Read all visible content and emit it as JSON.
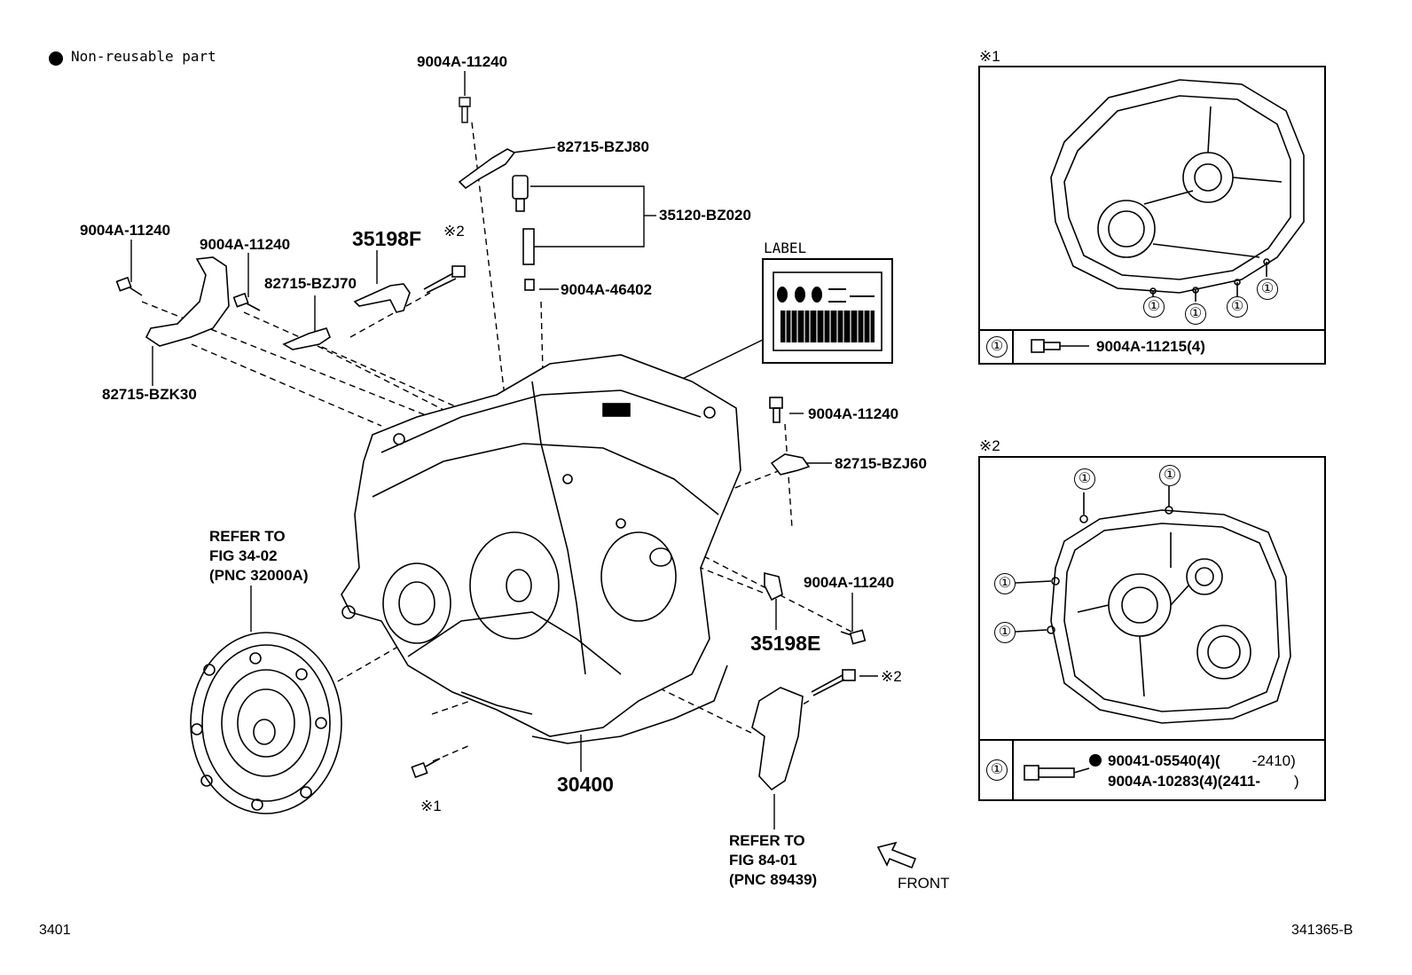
{
  "legend": {
    "non_reusable": "Non-reusable part"
  },
  "labels": {
    "bolt_top": "9004A-11240",
    "bracket_bzj80": "82715-BZJ80",
    "sensor": "35120-BZ020",
    "bolt_left": "9004A-11240",
    "bolt_left2": "9004A-11240",
    "p35198f": "35198F",
    "mark2_top": "※2",
    "bracket_bzj70": "82715-BZJ70",
    "oring": "9004A-46402",
    "bracket_bzk30": "82715-BZK30",
    "label_title": "LABEL",
    "bolt_right": "9004A-11240",
    "bracket_bzj60": "82715-BZJ60",
    "bolt_right2": "9004A-11240",
    "p35198e": "35198E",
    "mark2_right": "※2",
    "assy": "30400",
    "mark1_bottom": "※1"
  },
  "refer1": {
    "line1": "REFER TO",
    "line2": "FIG 34-02",
    "line3": "(PNC 32000A)"
  },
  "refer2": {
    "line1": "REFER TO",
    "line2": "FIG 84-01",
    "line3": "(PNC 89439)"
  },
  "front": "FRONT",
  "inset1": {
    "mark": "※1",
    "callout": "①",
    "part": "9004A-11215(4)"
  },
  "inset2": {
    "mark": "※2",
    "callout": "①",
    "part_a": "90041-05540(4)(",
    "range_a": "-2410)",
    "part_b": "9004A-10283(4)(2411-",
    "range_b": ")"
  },
  "footer": {
    "left": "3401",
    "right": "341365-B"
  }
}
